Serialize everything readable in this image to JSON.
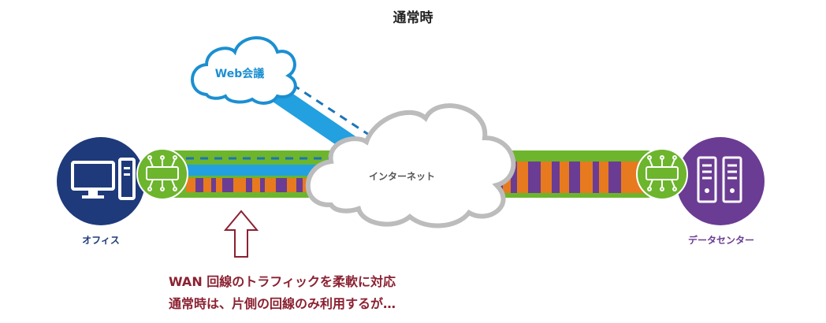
{
  "title": "通常時",
  "office": {
    "label": "オフィス"
  },
  "datacenter": {
    "label": "データセンター"
  },
  "web_cloud": {
    "label": "Web会議"
  },
  "internet": {
    "label": "インターネット"
  },
  "caption": {
    "line1": "WAN 回線のトラフィックを柔軟に対応",
    "line2": "通常時は、片側の回線のみ利用するが…"
  },
  "colors": {
    "office_blue": "#1e3a7b",
    "datacenter_purple": "#6b3c93",
    "line_green": "#6cb52d",
    "traffic_orange": "#e77a1e",
    "traffic_purple": "#6b3c93",
    "web_blue": "#1b8fd1",
    "caption_red": "#8b2131"
  }
}
